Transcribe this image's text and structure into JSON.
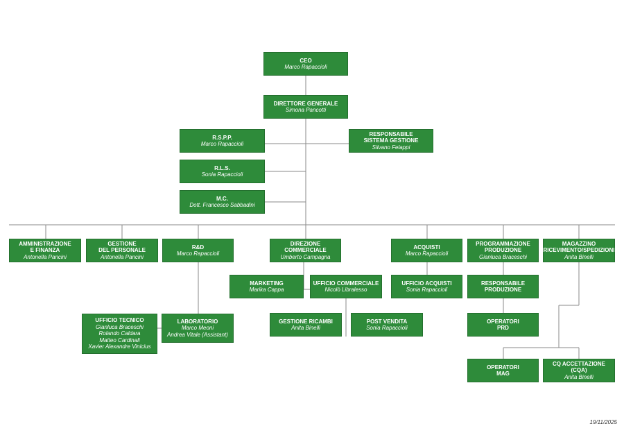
{
  "date": "19/11/2025",
  "nodes": {
    "ceo": {
      "title": [
        "CEO"
      ],
      "people": [
        "Marco Rapaccioli"
      ]
    },
    "dg": {
      "title": [
        "DIRETTORE GENERALE"
      ],
      "people": [
        "Simona Pancotti"
      ]
    },
    "rspp": {
      "title": [
        "R.S.P.P."
      ],
      "people": [
        "Marco Rapaccioli"
      ]
    },
    "rsg": {
      "title": [
        "RESPONSABILE",
        "SISTEMA GESTIONE"
      ],
      "people": [
        "Silvano Felappi"
      ]
    },
    "rls": {
      "title": [
        "R.L.S."
      ],
      "people": [
        "Sonia Rapaccioli"
      ]
    },
    "mc": {
      "title": [
        "M.C."
      ],
      "people": [
        "Dott. Francesco Sabbadini"
      ]
    },
    "amm": {
      "title": [
        "AMMINISTRAZIONE",
        "E FINANZA"
      ],
      "people": [
        "Antonella Pancini"
      ]
    },
    "gp": {
      "title": [
        "GESTIONE",
        "DEL PERSONALE"
      ],
      "people": [
        "Antonella Pancini"
      ]
    },
    "rd": {
      "title": [
        "R&D"
      ],
      "people": [
        "Marco Rapaccioli"
      ]
    },
    "dc": {
      "title": [
        "DIREZIONE COMMERCIALE"
      ],
      "people": [
        "Umberto Campagna"
      ]
    },
    "acq": {
      "title": [
        "ACQUISTI"
      ],
      "people": [
        "Marco Rapaccioli"
      ]
    },
    "pp": {
      "title": [
        "PROGRAMMAZIONE",
        "PRODUZIONE"
      ],
      "people": [
        "Gianluca Braceschi"
      ]
    },
    "mag": {
      "title": [
        "MAGAZZINO",
        "RICEVIMENTO/SPEDIZIONI"
      ],
      "people": [
        "Anita Binelli"
      ]
    },
    "mkt": {
      "title": [
        "MARKETING"
      ],
      "people": [
        "Marika Cappa"
      ]
    },
    "uc": {
      "title": [
        "UFFICIO COMMERCIALE"
      ],
      "people": [
        "Nicolò Libralesso"
      ]
    },
    "ua": {
      "title": [
        "UFFICIO ACQUISTI"
      ],
      "people": [
        "Sonia Rapaccioli"
      ]
    },
    "rp": {
      "title": [
        "RESPONSABILE",
        "PRODUZIONE"
      ],
      "people": []
    },
    "ut": {
      "title": [
        "UFFICIO TECNICO"
      ],
      "people": [
        "Gianluca Braceschi",
        "Rolando Caldara",
        "Matteo Cardinali",
        "Xavier Alexandre Vinicius"
      ]
    },
    "lab": {
      "title": [
        "LABORATORIO"
      ],
      "people": [
        "Marco Meoni",
        "Andrea Vitale (Assistant)"
      ]
    },
    "gr": {
      "title": [
        "GESTIONE RICAMBI"
      ],
      "people": [
        "Anita Binelli"
      ]
    },
    "pv": {
      "title": [
        "POST VENDITA"
      ],
      "people": [
        "Sonia Rapaccioli"
      ]
    },
    "oprd": {
      "title": [
        "OPERATORI",
        "PRD"
      ],
      "people": []
    },
    "omag": {
      "title": [
        "OPERATORI",
        "MAG"
      ],
      "people": []
    },
    "cqa": {
      "title": [
        "CQ ACCETTAZIONE",
        "(CQA)"
      ],
      "people": [
        "Anita Binelli"
      ]
    }
  }
}
